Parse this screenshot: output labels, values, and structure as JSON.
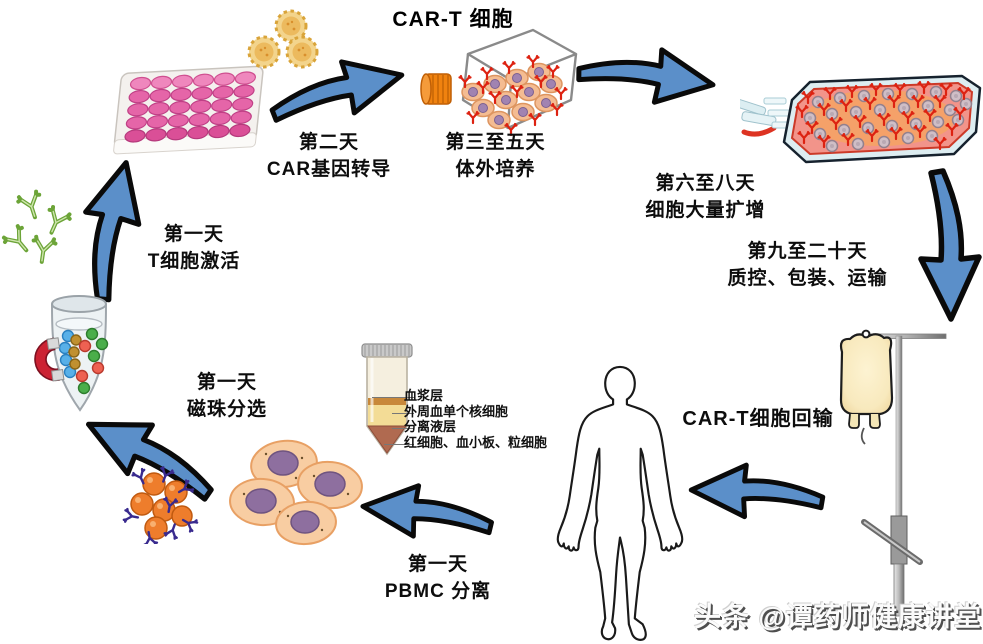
{
  "title": "CAR-T 细胞",
  "steps": {
    "activation": {
      "line1": "第一天",
      "line2": "T细胞激活"
    },
    "transduction": {
      "line1": "第二天",
      "line2": "CAR基因转导"
    },
    "culture": {
      "line1": "第三至五天",
      "line2": "体外培养"
    },
    "expansion": {
      "line1": "第六至八天",
      "line2": "细胞大量扩增"
    },
    "qc_transport": {
      "line1": "第九至二十天",
      "line2": "质控、包装、运输"
    },
    "infusion": {
      "label": "CAR-T细胞回输"
    },
    "pbmc": {
      "line1": "第一天",
      "line2": "PBMC 分离"
    },
    "bead_sorting": {
      "line1": "第一天",
      "line2": "磁珠分选"
    }
  },
  "tube_labels": [
    "血浆层",
    "外周血单个核细胞",
    "分离液层",
    "红细胞、血小板、粒细胞"
  ],
  "watermark": "头条 @谭药师健康讲堂",
  "colors": {
    "arrow_blue": "#5b8fc9",
    "well_pink": "#e565a8",
    "virus_yellow": "#f3d48c",
    "cell_peach": "#f4bc92",
    "nucleus_purple": "#9b7fae",
    "receptor_red": "#dd2211",
    "bag_fill": "#f2948a",
    "iv_bag_cream": "#f8e9bd",
    "magnet_red": "#cc2233",
    "antibody_green": "#76ad3f",
    "bead_orange": "#ee7d2c"
  }
}
